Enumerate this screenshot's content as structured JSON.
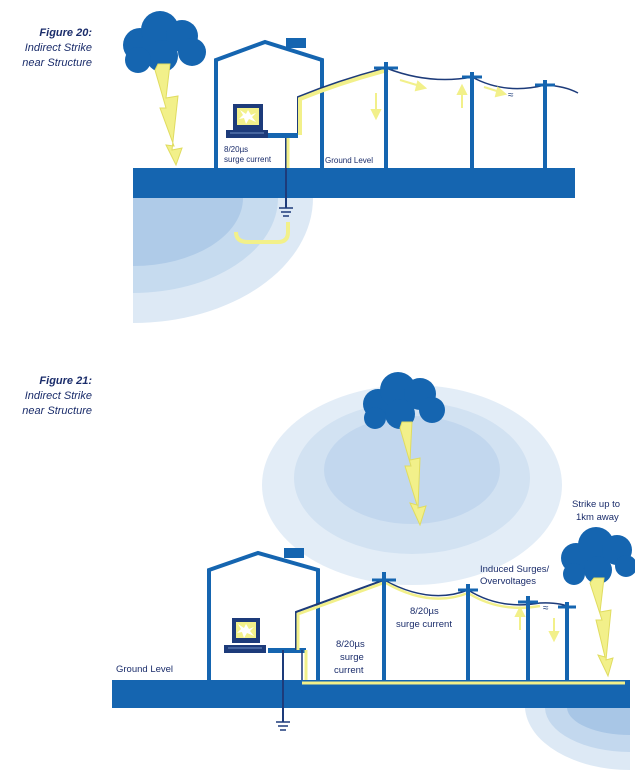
{
  "figure20": {
    "number": "Figure 20:",
    "caption_line1": "Indirect Strike",
    "caption_line2": "near Structure",
    "surge_label_line1": "8/20µs",
    "surge_label_line2": "surge current",
    "ground_label": "Ground Level"
  },
  "figure21": {
    "number": "Figure 21:",
    "caption_line1": "Indirect Strike",
    "caption_line2": "near Structure",
    "ground_label": "Ground Level",
    "surge_left_line1": "8/20µs",
    "surge_left_line2": "surge",
    "surge_left_line3": "current",
    "surge_mid_line1": "8/20µs",
    "surge_mid_line2": "surge current",
    "induced_line1": "Induced Surges/",
    "induced_line2": "Overvoltages",
    "strike_line1": "Strike up to",
    "strike_line2": "1km away"
  },
  "colors": {
    "ground": "#1565b0",
    "structure": "#1565b0",
    "lightning": "#f2f08a",
    "field_light": "#dde9f5",
    "field_mid": "#c3d8ee",
    "field_dark": "#a8c6e6"
  }
}
